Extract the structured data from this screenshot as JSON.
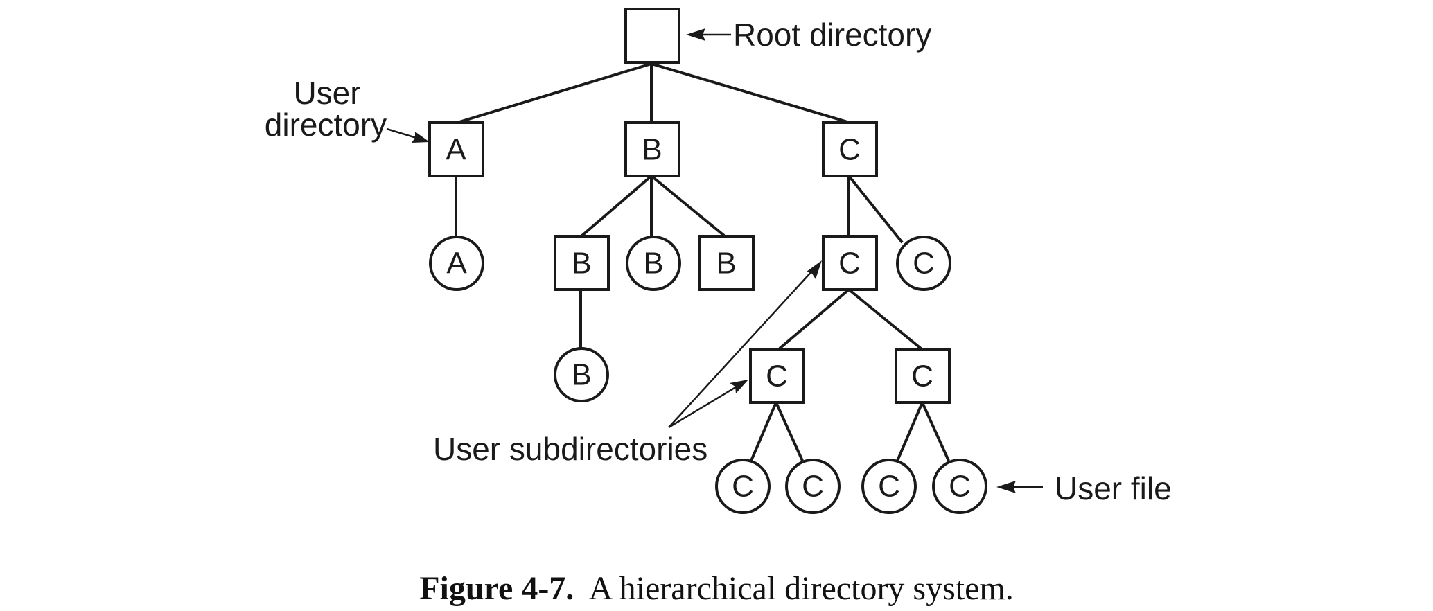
{
  "labels": {
    "root_directory": "Root directory",
    "user_directory_line1": "User",
    "user_directory_line2": "directory",
    "user_subdirectories": "User subdirectories",
    "user_file": "User file"
  },
  "nodes": {
    "a_dir": "A",
    "b_dir": "B",
    "c_dir": "C",
    "a_file": "A",
    "b_sub": "B",
    "b_file_1": "B",
    "b_sub_2": "B",
    "b_sub_file": "B",
    "c_sub": "C",
    "c_file_1": "C",
    "c_sub_left": "C",
    "c_sub_right": "C",
    "c_file_2": "C",
    "c_file_3": "C",
    "c_file_4": "C",
    "c_file_5": "C"
  },
  "caption": {
    "number": "Figure 4-7.",
    "text": "A hierarchical directory system."
  }
}
